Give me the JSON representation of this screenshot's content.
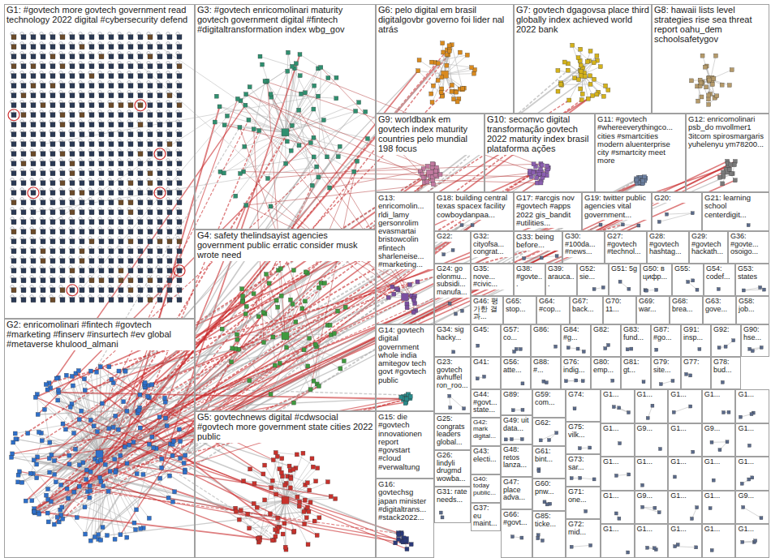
{
  "diagram": {
    "nodes": [
      {
        "text": [
          "G1: #govtech more govtech government read technology 2022 digital #cybersecurity defend"
        ]
      },
      {
        "text": [
          "G3: #govtech enricomolinari maturity govtech government digital #fintech #digitaltransformation index wbg_gov"
        ]
      },
      {
        "text": [
          "G6: pelo digital em brasil digitalgovbr governo foi lider nal atrás"
        ]
      },
      {
        "text": [
          "G7: govtech dgagovsa place third globally index achieved world 2022 bank"
        ]
      },
      {
        "text": [
          "G8: hawaii lists level strategies rise sea threat report oahu_dem schoolsafetygov"
        ]
      },
      {
        "text": [
          "G9: worldbank em govtech index maturity countries pelo mundial 198 focus"
        ]
      },
      {
        "text": [
          "G10: secomvc digital transformação govtech 2022 maturity index brasil plataforma ações"
        ]
      },
      {
        "text": [
          "G11: #govtech #whereeverythingco... cities #smartcities modern aluenterprise city #smartcity meet more"
        ]
      },
      {
        "text": [
          "G12: enricomolinari psb_do mvollmer1 3itcom spirosmargaris yuhelenyu ym78200..."
        ]
      },
      {
        "text": [
          "G13: enricomolin... rldi_lamy gersonrolim evasmartai bristowcolin #fintech sharleneise... #marketing..."
        ]
      },
      {
        "text": [
          "G18: building central texas spacex facility cowboydanpaa..."
        ]
      },
      {
        "text": [
          "G17: #arcgis nov #govtech #apps 2022 gis_bandit #utilities..."
        ]
      },
      {
        "text": [
          "G19: twitter public agencies vital government..."
        ]
      },
      {
        "text": [
          "G20:"
        ]
      },
      {
        "text": [
          "G21: learning school centerdigit..."
        ]
      },
      {
        "text": [
          "G4: safety thelindsayist agencies government public erratic consider musk wrote need"
        ]
      },
      {
        "text": [
          "G22:"
        ]
      },
      {
        "text": [
          "G32: cityofsa... congrat..."
        ]
      },
      {
        "text": [
          "G33: being before..."
        ]
      },
      {
        "text": [
          "G30: #100da... #news..."
        ]
      },
      {
        "text": [
          "G27: #govtech #technol..."
        ]
      },
      {
        "text": [
          "G28: #govtech hashtag..."
        ]
      },
      {
        "text": [
          "G29: #govtech hackath..."
        ]
      },
      {
        "text": [
          "G36: #govte... osoigo..."
        ]
      },
      {
        "text": [
          "G24: go elonmu... subsidi... manufa..."
        ]
      },
      {
        "text": [
          "G35: nove... #civic..."
        ]
      },
      {
        "text": [
          "G38: #govte..."
        ]
      },
      {
        "text": [
          "G39: arauca..."
        ]
      },
      {
        "text": [
          "G52: sie..."
        ]
      },
      {
        "text": [
          "G51: 5g"
        ]
      },
      {
        "text": [
          "G50: в цифр..."
        ]
      },
      {
        "text": [
          "G55:"
        ]
      },
      {
        "text": [
          "G54: codef..."
        ]
      },
      {
        "text": [
          "G53: states"
        ]
      },
      {
        "text": [
          "G46: 평가한 결과..."
        ]
      },
      {
        "text": [
          "G65: stop..."
        ]
      },
      {
        "text": [
          "G64: #cop..."
        ]
      },
      {
        "text": [
          "G67: back..."
        ]
      },
      {
        "text": [
          "G70: 11..."
        ]
      },
      {
        "text": [
          "G69: war..."
        ]
      },
      {
        "text": [
          "G68: brea..."
        ]
      },
      {
        "text": [
          "G63: gove..."
        ]
      },
      {
        "text": [
          "G58: job..."
        ]
      },
      {
        "text": [
          "G14: govtech digital government whole india amitegov tech govt #govtech public"
        ]
      },
      {
        "text": [
          "G34: sig hacky..."
        ]
      },
      {
        "text": [
          "G45:"
        ]
      },
      {
        "text": [
          "G57: co..."
        ]
      },
      {
        "text": [
          "G86:"
        ]
      },
      {
        "text": [
          "G84: #g..."
        ]
      },
      {
        "text": [
          "G82:"
        ]
      },
      {
        "text": [
          "G83: fund..."
        ]
      },
      {
        "text": [
          "G87: #go..."
        ]
      },
      {
        "text": [
          "G91: insp..."
        ]
      },
      {
        "text": [
          "G92:"
        ]
      },
      {
        "text": [
          "G90: hse..."
        ]
      },
      {
        "text": [
          "G23: govtech avhuffel ron_roo..."
        ]
      },
      {
        "text": [
          "G41:"
        ]
      },
      {
        "text": [
          "G56: atte..."
        ]
      },
      {
        "text": [
          "G88: #..."
        ]
      },
      {
        "text": [
          "G76: indig..."
        ]
      },
      {
        "text": [
          "G80: emp..."
        ]
      },
      {
        "text": [
          "G81: gt..."
        ]
      },
      {
        "text": [
          "G79: site..."
        ]
      },
      {
        "text": [
          "G77:"
        ]
      },
      {
        "text": [
          "G78: bud..."
        ]
      },
      {
        "text": [
          "G2: enricomolinari #fintech #govtech #marketing #finserv #insurtech #ev global #metaverse khulood_almani"
        ]
      },
      {
        "text": [
          "G5: govtechnews digital #cdwsocial #govtech more government state cities 2022 public"
        ]
      },
      {
        "text": [
          "G15: die #govtech innovationen report #govstart #cloud #verwaltung"
        ]
      },
      {
        "text": [
          "G44: #govt... state..."
        ]
      },
      {
        "text": [
          "G89:"
        ]
      },
      {
        "text": [
          "G59: com..."
        ]
      },
      {
        "text": [
          "G74:"
        ]
      },
      {
        "text": [
          "G25: congrats leaders global..."
        ]
      },
      {
        "text": [
          "G49: uit data..."
        ]
      },
      {
        "text": [
          "G42: mark digital..."
        ]
      },
      {
        "text": [
          "G62:"
        ]
      },
      {
        "text": [
          "G75: vilk..."
        ]
      },
      {
        "text": [
          "G43: electi..."
        ]
      },
      {
        "text": [
          "G48: retos lanza..."
        ]
      },
      {
        "text": [
          "G61: bint..."
        ]
      },
      {
        "text": [
          "G26: lindyli drugmd wowba..."
        ]
      },
      {
        "text": [
          "G73: sar..."
        ]
      },
      {
        "text": [
          "G40: today public..."
        ]
      },
      {
        "text": [
          "G47: place adva..."
        ]
      },
      {
        "text": [
          "G16: govtechsg japan minister #digitaltrans... #stack2022..."
        ]
      },
      {
        "text": [
          "G60: pnw..."
        ]
      },
      {
        "text": [
          "G31: rate needs..."
        ]
      },
      {
        "text": [
          "G71: one..."
        ]
      },
      {
        "text": [
          "G37: eu maint..."
        ]
      },
      {
        "text": [
          "G66: #govt..."
        ]
      },
      {
        "text": [
          "G85: ticke..."
        ]
      },
      {
        "text": [
          "G72: mid..."
        ]
      },
      {
        "text": [
          "G1..."
        ]
      },
      {
        "text": [
          "G1..."
        ]
      },
      {
        "text": [
          "G1..."
        ]
      },
      {
        "text": [
          "G1..."
        ]
      },
      {
        "text": [
          "G1..."
        ]
      },
      {
        "text": [
          "G1..."
        ]
      },
      {
        "text": [
          "G9..."
        ]
      },
      {
        "text": [
          "G1..."
        ]
      },
      {
        "text": [
          "G9..."
        ]
      },
      {
        "text": [
          "G1..."
        ]
      },
      {
        "text": [
          "G1..."
        ]
      },
      {
        "text": [
          "G1..."
        ]
      },
      {
        "text": [
          "G1..."
        ]
      },
      {
        "text": [
          "G1..."
        ]
      },
      {
        "text": [
          "G1..."
        ]
      },
      {
        "text": [
          "G1..."
        ]
      },
      {
        "text": [
          "G9..."
        ]
      },
      {
        "text": [
          "G1..."
        ]
      },
      {
        "text": [
          "G1..."
        ]
      },
      {
        "text": [
          "G9..."
        ]
      },
      {
        "text": [
          "G1..."
        ]
      },
      {
        "text": [
          "G1..."
        ]
      },
      {
        "text": [
          "G1..."
        ]
      },
      {
        "text": [
          "G1..."
        ]
      },
      {
        "text": [
          "G1..."
        ]
      }
    ]
  }
}
